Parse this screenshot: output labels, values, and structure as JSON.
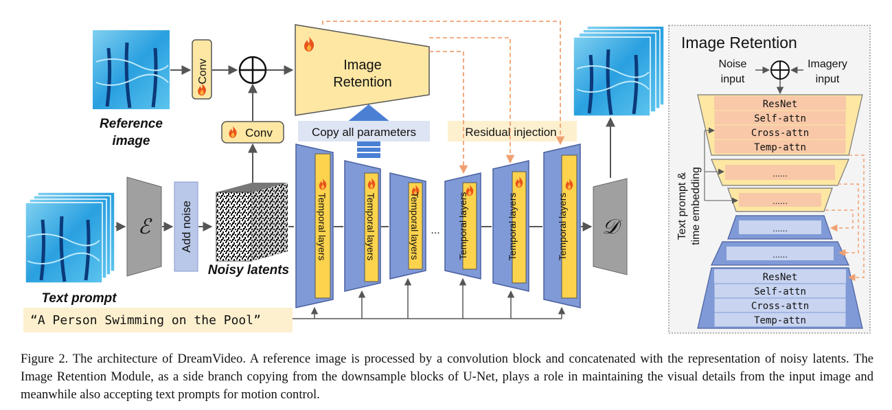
{
  "diagram": {
    "reference_label": "Reference image",
    "reference_label_line1": "Reference",
    "reference_label_line2": "image",
    "conv_top": "Conv",
    "conv_mid": "Conv",
    "image_retention_line1": "Image",
    "image_retention_line2": "Retention",
    "copy_label": "Copy all parameters",
    "residual_label": "Residual injection",
    "encoder_symbol": "ℰ",
    "decoder_symbol": "𝒟",
    "add_noise": "Add noise",
    "noisy_latents": "Noisy latents",
    "text_prompt_label": "Text prompt",
    "prompt_text": "“A Person Swimming on the Pool”",
    "temporal_layers": "Temporal layers",
    "ellipsis": "...",
    "panel": {
      "title": "Image Retention",
      "noise_input_line1": "Noise",
      "noise_input_line2": "input",
      "imagery_input_line1": "Imagery",
      "imagery_input_line2": "input",
      "side_label_line1": "Text prompt &",
      "side_label_line2": "time embedding",
      "top_block_rows": [
        "ResNet",
        "Self-attn",
        "Cross-attn",
        "Temp-attn"
      ],
      "bottom_block_rows": [
        "ResNet",
        "Self-attn",
        "Cross-attn",
        "Temp-attn"
      ],
      "middle_dots": "......"
    }
  },
  "caption": "Figure 2. The architecture of DreamVideo. A reference image is processed by a convolution block and concatenated with the representation of noisy latents. The Image Retention Module, as a side branch copying from the downsample blocks of U-Net, plays a role in maintaining the visual details from the input image and meanwhile also accepting text prompts for motion control."
}
